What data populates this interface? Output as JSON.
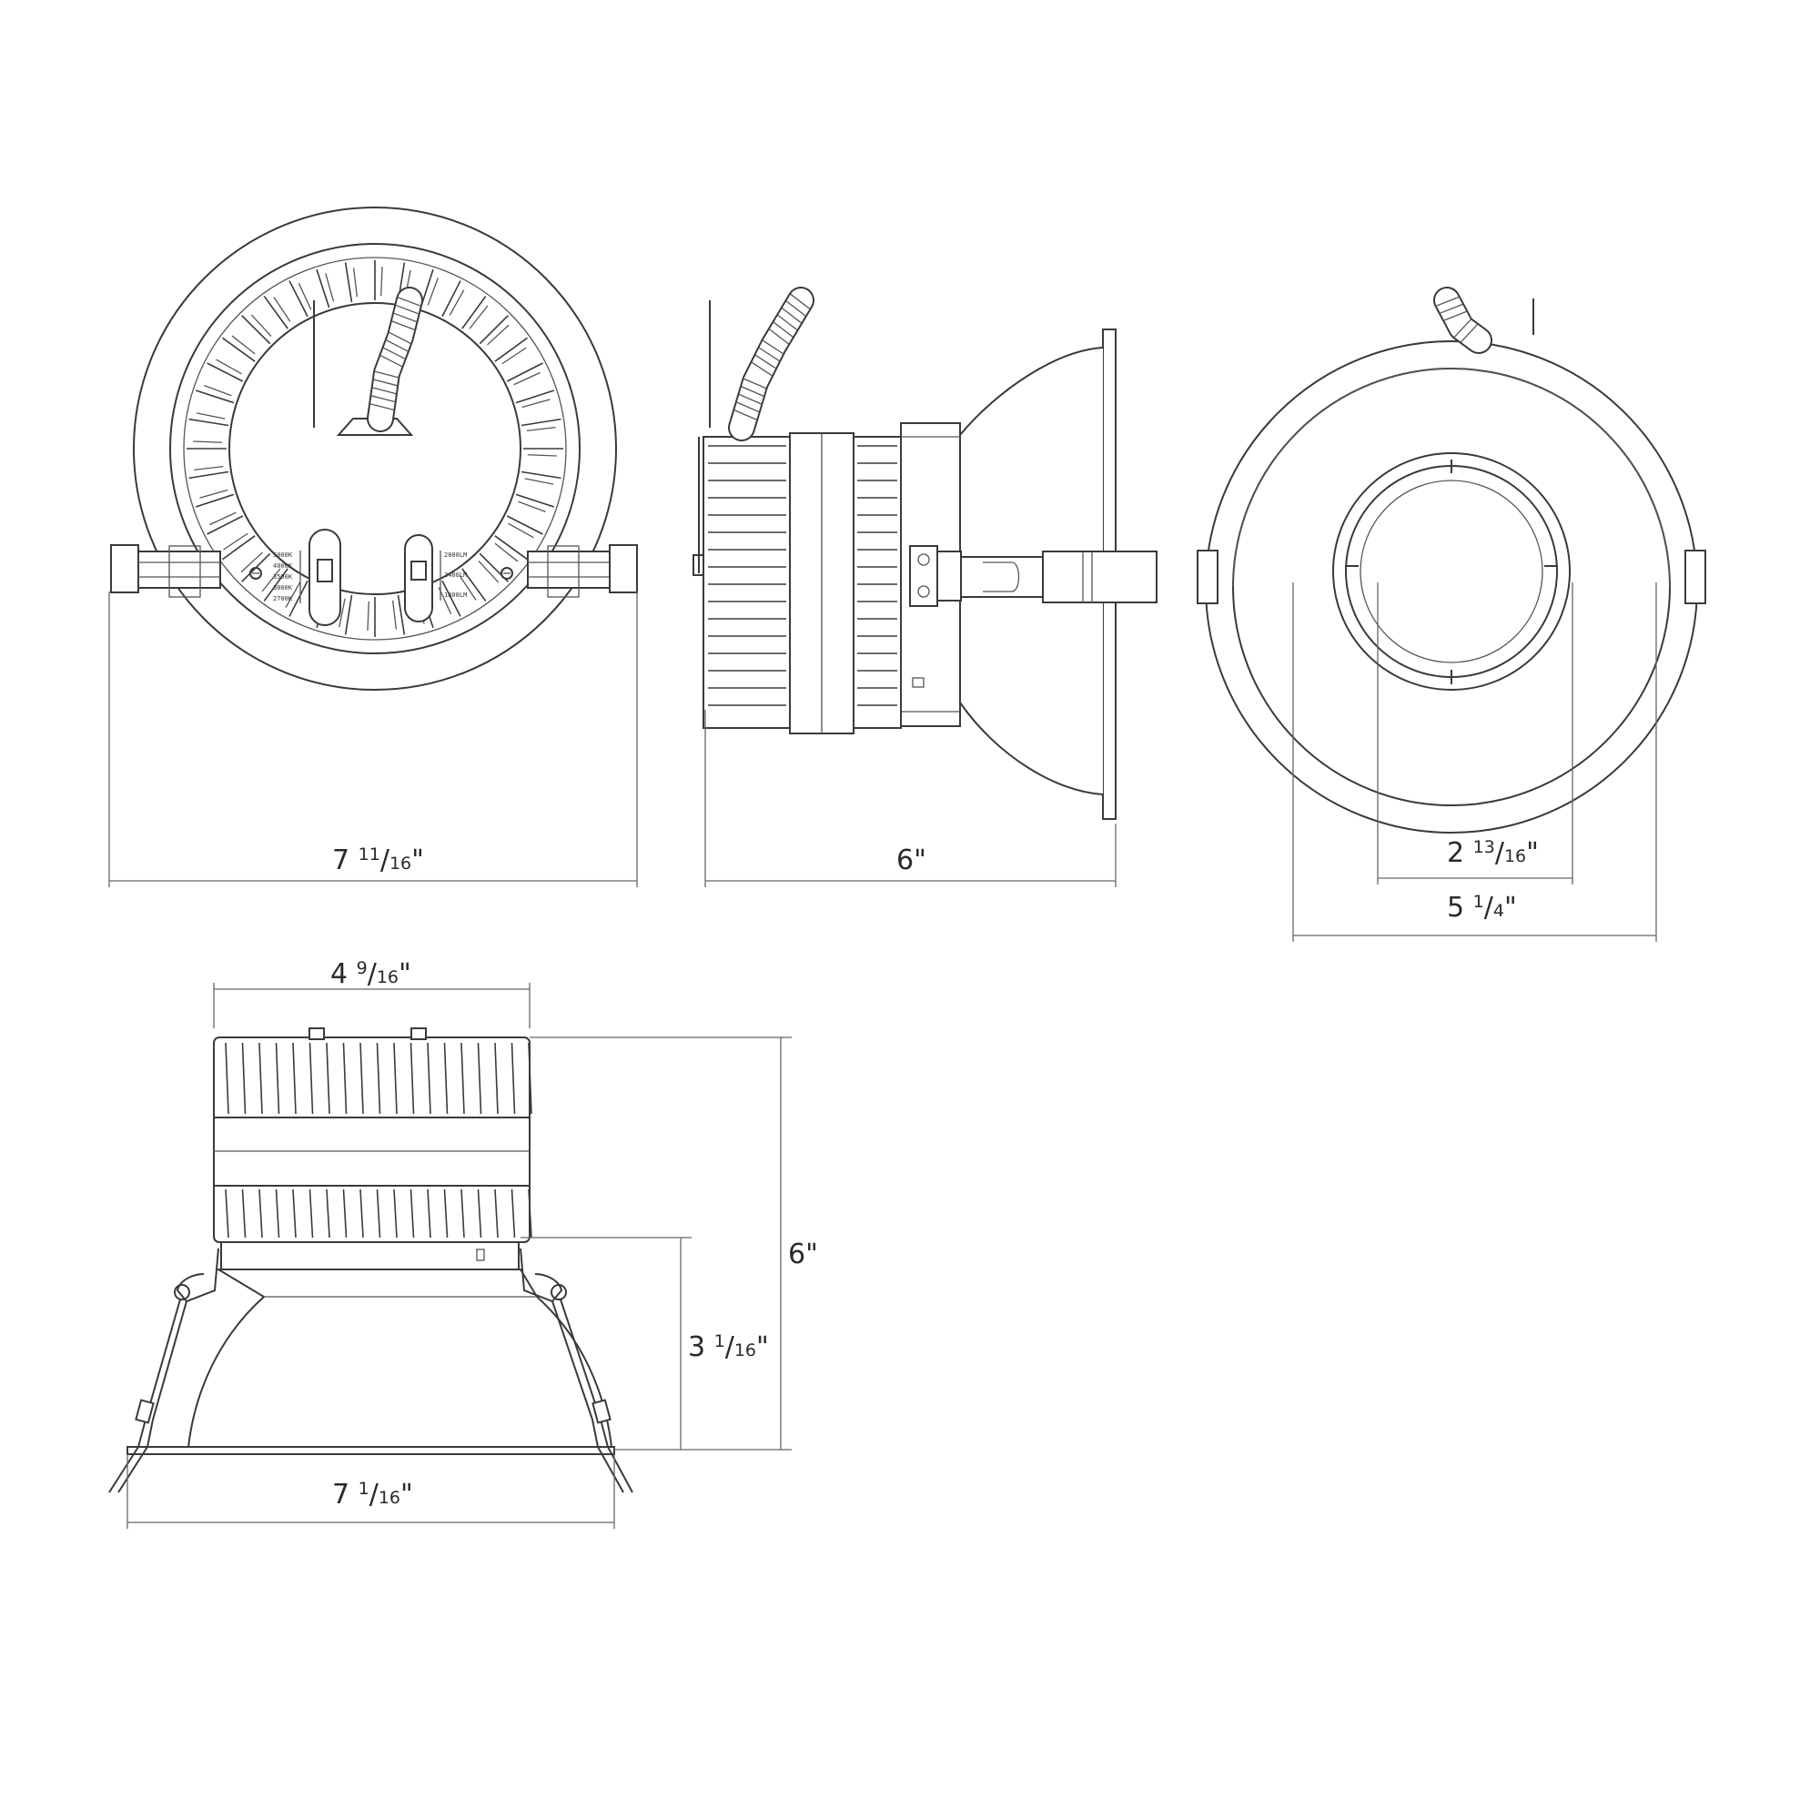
{
  "dimensions": {
    "top_view_width": {
      "whole": "7",
      "frac_num": "11",
      "frac_den": "16",
      "unit": "\""
    },
    "side_view_depth": {
      "whole": "6",
      "unit": "\""
    },
    "aperture_inner": {
      "whole": "2",
      "frac_num": "13",
      "frac_den": "16",
      "unit": "\""
    },
    "aperture_outer": {
      "whole": "5",
      "frac_num": "1",
      "frac_den": "4",
      "unit": "\""
    },
    "housing_width": {
      "whole": "4",
      "frac_num": "9",
      "frac_den": "16",
      "unit": "\""
    },
    "overall_height": {
      "whole": "6",
      "unit": "\""
    },
    "reflector_height": {
      "whole": "3",
      "frac_num": "1",
      "frac_den": "16",
      "unit": "\""
    },
    "trim_width": {
      "whole": "7",
      "frac_num": "1",
      "frac_den": "16",
      "unit": "\""
    }
  },
  "switch_labels": {
    "cct": [
      "5000K",
      "4000K",
      "3500K",
      "3000K",
      "2700K"
    ],
    "lumen": [
      "2800LM",
      "2400LM",
      "1800LM"
    ]
  }
}
